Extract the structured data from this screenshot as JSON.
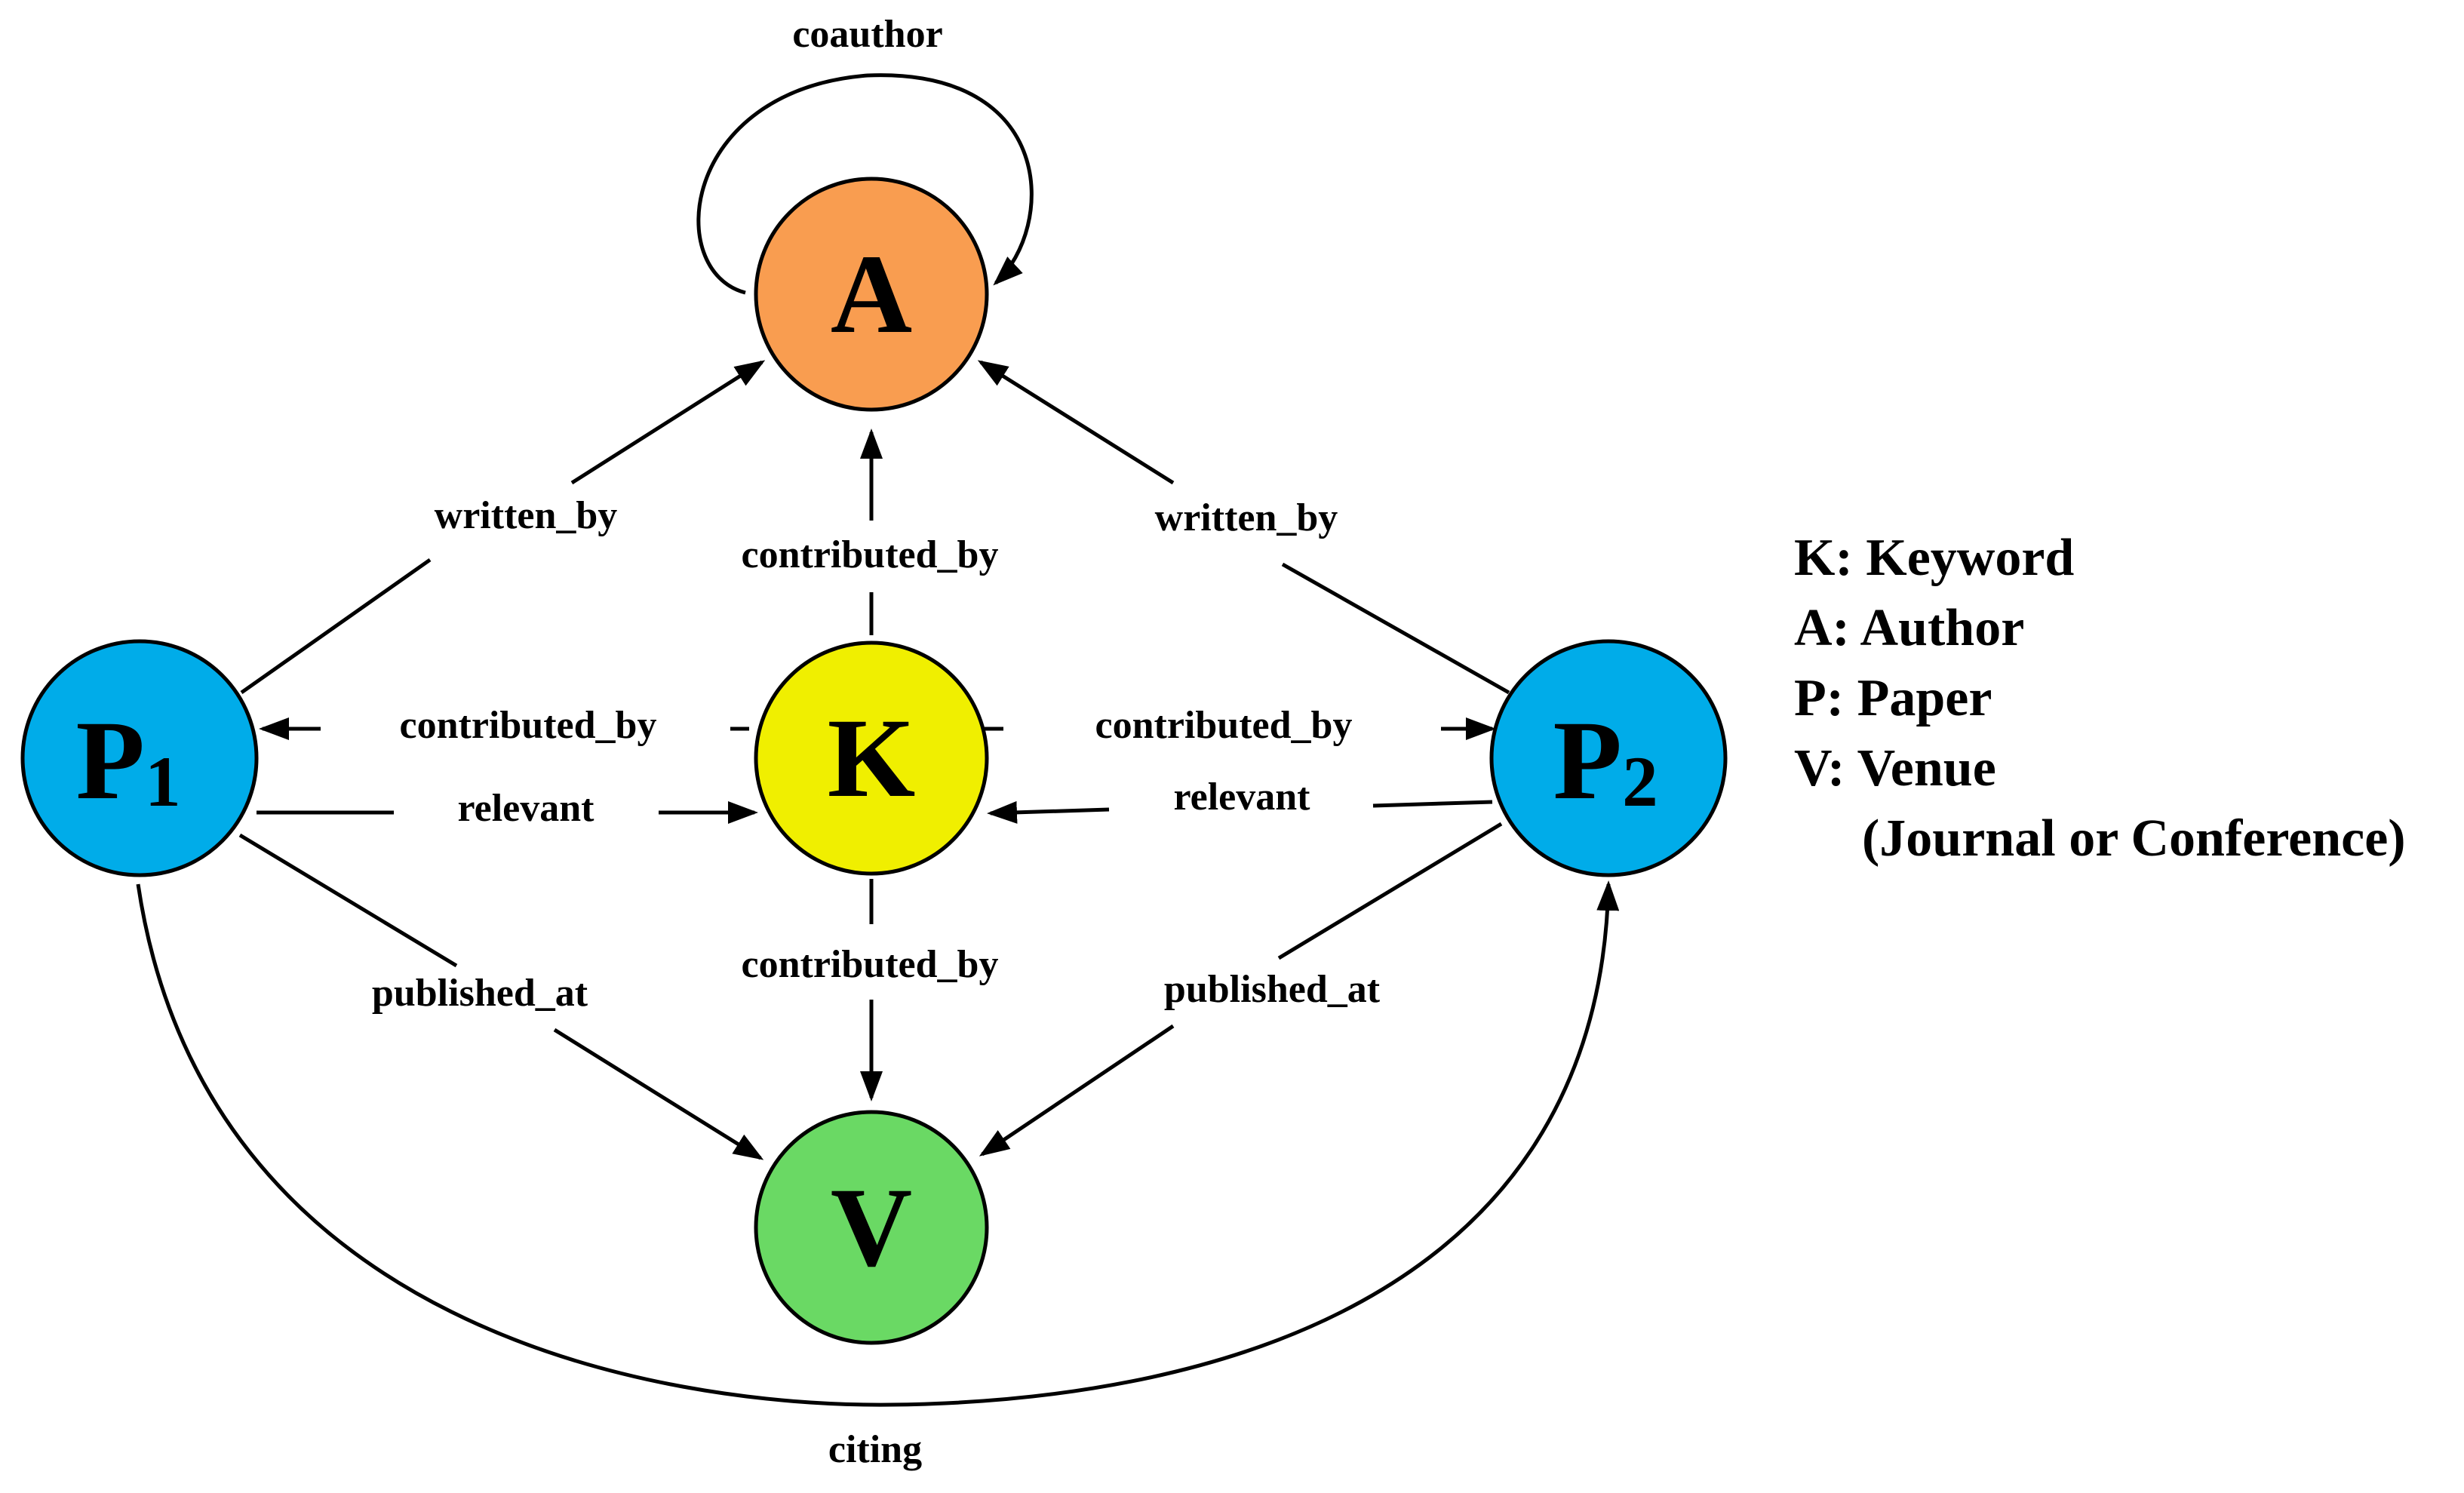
{
  "nodes": {
    "author": {
      "letter": "A",
      "subscript": "",
      "color": "#f99d50"
    },
    "keyword": {
      "letter": "K",
      "subscript": "",
      "color": "#f0ef00"
    },
    "venue": {
      "letter": "V",
      "subscript": "",
      "color": "#6ad964"
    },
    "paper1": {
      "letter": "P",
      "subscript": "1",
      "color": "#00ace9"
    },
    "paper2": {
      "letter": "P",
      "subscript": "2",
      "color": "#00ace9"
    }
  },
  "edges": {
    "coauthor": "coauthor",
    "p1_written_by": "written_by",
    "p2_written_by": "written_by",
    "k_contributed_by_a": "contributed_by",
    "k_contributed_by_p1": "contributed_by",
    "k_contributed_by_p2": "contributed_by",
    "k_contributed_by_v": "contributed_by",
    "p1_relevant": "relevant",
    "p2_relevant": "relevant",
    "p1_published_at": "published_at",
    "p2_published_at": "published_at",
    "citing": "citing"
  },
  "legend": [
    "K: Keyword",
    "A: Author",
    "P: Paper",
    "V: Venue",
    "(Journal or Conference)"
  ]
}
